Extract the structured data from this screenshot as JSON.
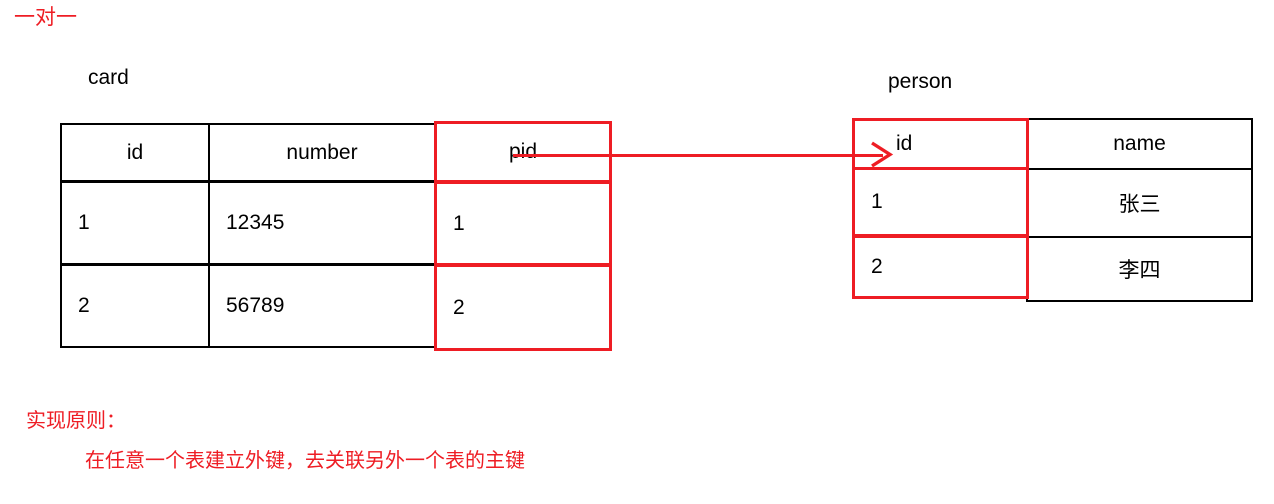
{
  "page": {
    "title": "一对一",
    "accent_color": "#ee1d24",
    "text_color": "#000000",
    "background": "#ffffff"
  },
  "tables": {
    "card": {
      "label": "card",
      "columns": [
        "id",
        "number",
        "pid"
      ],
      "highlight_column": "pid",
      "rows": [
        {
          "id": "1",
          "number": "12345",
          "pid": "1"
        },
        {
          "id": "2",
          "number": "56789",
          "pid": "2"
        }
      ]
    },
    "person": {
      "label": "person",
      "columns": [
        "id",
        "name"
      ],
      "highlight_column": "id",
      "rows": [
        {
          "id": "1",
          "name": "张三"
        },
        {
          "id": "2",
          "name": "李四"
        }
      ]
    }
  },
  "relation": {
    "from": "card.pid",
    "to": "person.id",
    "arrow_color": "#ee1d24"
  },
  "principle": {
    "heading": "实现原则：",
    "text": "在任意一个表建立外键，去关联另外一个表的主键"
  }
}
